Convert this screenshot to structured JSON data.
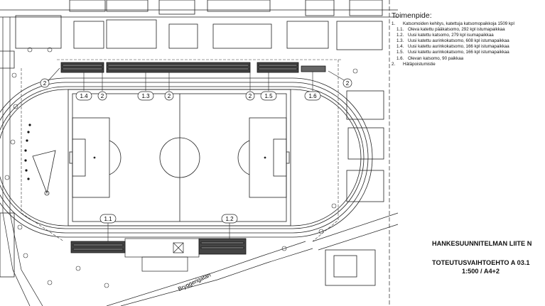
{
  "legend": {
    "title": "Toimenpide:",
    "items": [
      {
        "num": "1.",
        "label": "Katsomoiden kehitys, katettuja katsomopaikkoja 1509 kpl",
        "sub": false
      },
      {
        "num": "1.1.",
        "label": "Oleva katettu pääkatsomo, 292 kpl istumapaikkaa",
        "sub": true
      },
      {
        "num": "1.2.",
        "label": "Uusi katettu katsomo, 279 kpl isumapaikkaa",
        "sub": true
      },
      {
        "num": "1.3.",
        "label": "Uusi katettu aurinkokatsomo, 608 kpl istumapaikkaa",
        "sub": true
      },
      {
        "num": "1.4.",
        "label": "Uusi katettu aurinkokatsomo, 166 kpl istumapaikkaa",
        "sub": true
      },
      {
        "num": "1.5.",
        "label": "Uusi katettu aurinkokatsomo, 166 kpl istumapaikkaa",
        "sub": true
      },
      {
        "num": "1.6.",
        "label": "Olevan katsomo, 90 paikkaa",
        "sub": true
      },
      {
        "num": "2.",
        "label": "Hätäpoistumistie",
        "sub": false
      }
    ]
  },
  "title_block": {
    "appendix": "HANKESUUNNITELMAN LIITE N",
    "option": "TOTEUTUSVAIHTOEHTO A 03.1",
    "scale": "1:500 / A4+2"
  },
  "map_labels": {
    "street": "Bryggerigatan",
    "callouts": [
      "1.4",
      "2",
      "1.3",
      "2",
      "2",
      "1.5",
      "1.6",
      "1.1",
      "1.2",
      "2",
      "2"
    ]
  }
}
